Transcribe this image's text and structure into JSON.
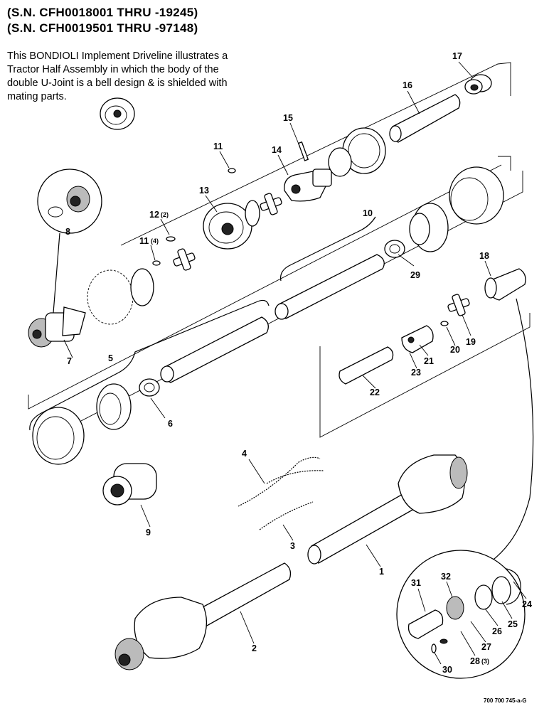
{
  "header": {
    "line1": "(S.N. CFH0018001 THRU -19245)",
    "line2": "(S.N. CFH0019501 THRU -97148)"
  },
  "description": {
    "line1": "This BONDIOLI Implement Driveline illustrates a",
    "line2": "Tractor Half Assembly in which the body of the",
    "line3": "double U-Joint is a bell design & is shielded with",
    "line4": "mating parts."
  },
  "callouts": {
    "c1": "1",
    "c2": "2",
    "c3": "3",
    "c4": "4",
    "c5": "5",
    "c6": "6",
    "c7": "7",
    "c8": "8",
    "c9": "9",
    "c10": "10",
    "c11": "11",
    "c11b": "11",
    "c11b_qty": "(4)",
    "c12": "12",
    "c12_qty": "(2)",
    "c13": "13",
    "c14": "14",
    "c15": "15",
    "c16": "16",
    "c17": "17",
    "c18": "18",
    "c19": "19",
    "c20": "20",
    "c21": "21",
    "c22": "22",
    "c23": "23",
    "c24": "24",
    "c25": "25",
    "c26": "26",
    "c27": "27",
    "c28": "28",
    "c28_qty": "(3)",
    "c29": "29",
    "c30": "30",
    "c31": "31",
    "c32": "32"
  },
  "footer": {
    "code": "700 700 745-a-G"
  }
}
